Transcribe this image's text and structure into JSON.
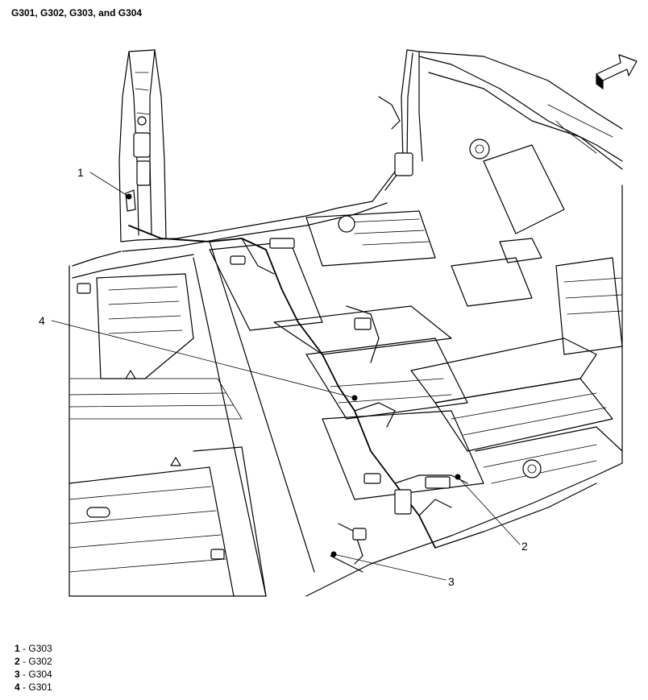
{
  "title": "G301, G302, G303, and G304",
  "callouts": [
    {
      "number": "1",
      "label": "G303"
    },
    {
      "number": "2",
      "label": "G302"
    },
    {
      "number": "3",
      "label": "G304"
    },
    {
      "number": "4",
      "label": "G301"
    }
  ],
  "icons": {
    "direction_arrow": "forward-arrow-icon"
  }
}
